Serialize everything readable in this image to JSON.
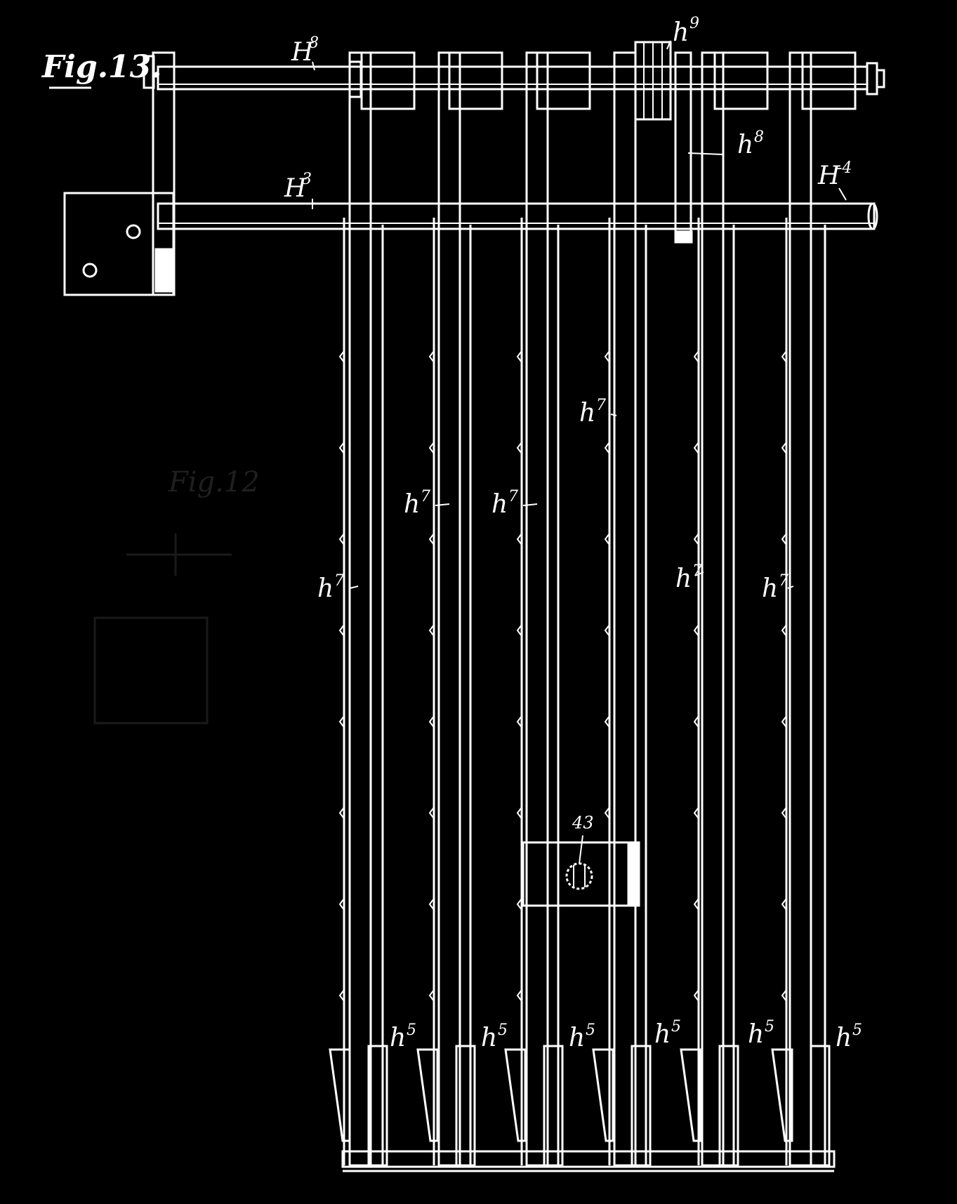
{
  "figure": {
    "title": "Fig.13.",
    "ghost_title": "Fig.12",
    "labels": {
      "H8": {
        "base": "H",
        "sup": "8"
      },
      "H3": {
        "base": "H",
        "sup": "3"
      },
      "H4": {
        "base": "H",
        "sup": "-4"
      },
      "h9": {
        "base": "h",
        "sup": "9"
      },
      "h8": {
        "base": "h",
        "sup": "8"
      },
      "h7_a": {
        "base": "h",
        "sup": "7"
      },
      "h7_b": {
        "base": "h",
        "sup": "7"
      },
      "h7_c": {
        "base": "h",
        "sup": "7"
      },
      "h7_d": {
        "base": "h",
        "sup": "7"
      },
      "h7_e": {
        "base": "h",
        "sup": "7"
      },
      "h7_f": {
        "base": "h",
        "sup": "7"
      },
      "n43": "43",
      "h5": {
        "base": "h",
        "sup": "5"
      }
    }
  },
  "colors": {
    "background": "#000000",
    "ink": "#ffffff",
    "ghost": "#3a3a3a"
  }
}
